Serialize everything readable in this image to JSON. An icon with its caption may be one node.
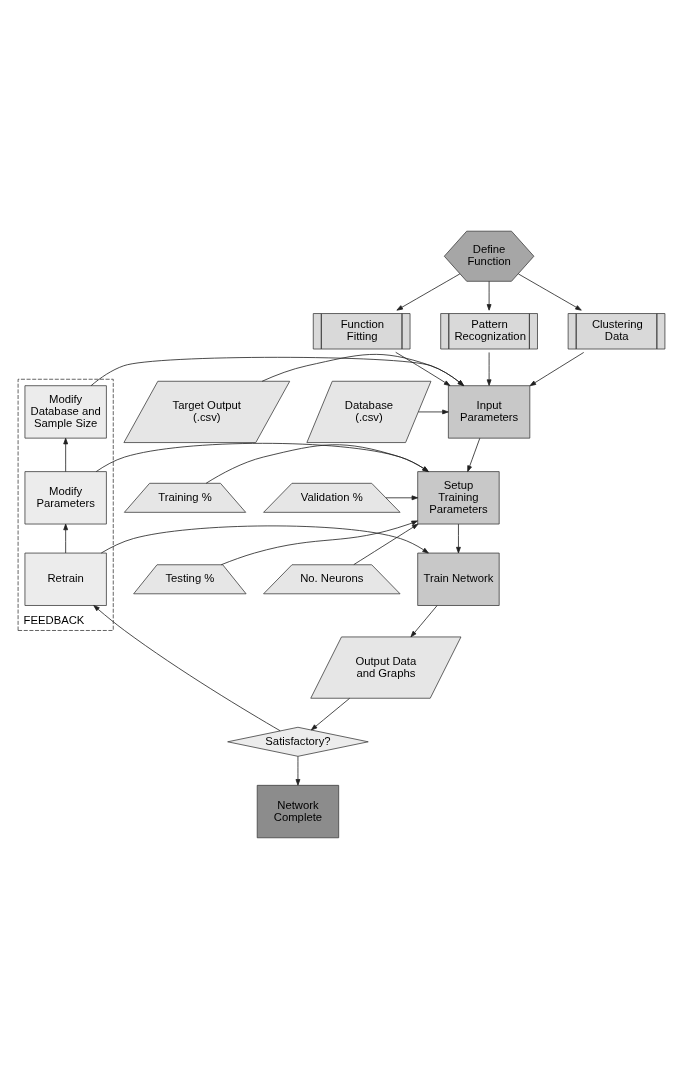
{
  "diagram": {
    "nodes": [
      {
        "text": [
          "Define Function"
        ]
      },
      {
        "text": [
          "Function Fitting"
        ]
      },
      {
        "text": [
          "Pattern Recognization"
        ]
      },
      {
        "text": [
          "Clustering Data"
        ]
      },
      {
        "text": [
          "FEEDBACK"
        ]
      },
      {
        "text": [
          "Modify Database and Sample Size"
        ],
        "in": 4
      },
      {
        "text": [
          "Input Parameters"
        ]
      },
      {
        "text": [
          "Target Output (.csv)"
        ]
      },
      {
        "text": [
          "Database (.csv)"
        ]
      },
      {
        "text": [
          "Modify Parameters"
        ],
        "in": 4
      },
      {
        "text": [
          "Setup Training Parameters"
        ]
      },
      {
        "text": [
          "Training %"
        ]
      },
      {
        "text": [
          "Validation %"
        ]
      },
      {
        "text": [
          "Testing %"
        ]
      },
      {
        "text": [
          "No. Neurons"
        ]
      },
      {
        "text": [
          "Retrain"
        ],
        "in": 4
      },
      {
        "text": [
          "Train Network"
        ]
      },
      {
        "text": [
          "Output Data and Graphs"
        ]
      },
      {
        "text": [
          "Satisfactory?"
        ]
      },
      {
        "text": [
          "Network Complete"
        ]
      }
    ],
    "edges": [
      {
        "from": 0,
        "to": 1,
        "arrow": "to"
      },
      {
        "from": 0,
        "to": 2,
        "arrow": "to"
      },
      {
        "from": 0,
        "to": 3,
        "arrow": "to"
      },
      {
        "from": 1,
        "to": 6,
        "arrow": "to"
      },
      {
        "from": 2,
        "to": 6,
        "arrow": "to"
      },
      {
        "from": 3,
        "to": 6,
        "arrow": "to"
      },
      {
        "from": 5,
        "to": 6,
        "arrow": "to"
      },
      {
        "from": 7,
        "to": 6,
        "arrow": "to"
      },
      {
        "from": 8,
        "to": 6,
        "arrow": "to"
      },
      {
        "from": 6,
        "to": 10,
        "arrow": "to"
      },
      {
        "from": 9,
        "to": 10,
        "arrow": "to"
      },
      {
        "from": 11,
        "to": 10,
        "arrow": "to"
      },
      {
        "from": 12,
        "to": 10,
        "arrow": "to"
      },
      {
        "from": 13,
        "to": 10,
        "arrow": "to"
      },
      {
        "from": 14,
        "to": 10,
        "arrow": "to"
      },
      {
        "from": 10,
        "to": 16,
        "arrow": "to"
      },
      {
        "from": 15,
        "to": 16,
        "arrow": "to"
      },
      {
        "from": 16,
        "to": 17,
        "arrow": "to"
      },
      {
        "from": 17,
        "to": 18,
        "arrow": "to"
      },
      {
        "from": 18,
        "to": 15,
        "arrow": "to"
      },
      {
        "from": 18,
        "to": 19,
        "arrow": "to"
      },
      {
        "from": 15,
        "to": 9,
        "arrow": "to"
      },
      {
        "from": 9,
        "to": 5,
        "arrow": "to"
      }
    ]
  }
}
